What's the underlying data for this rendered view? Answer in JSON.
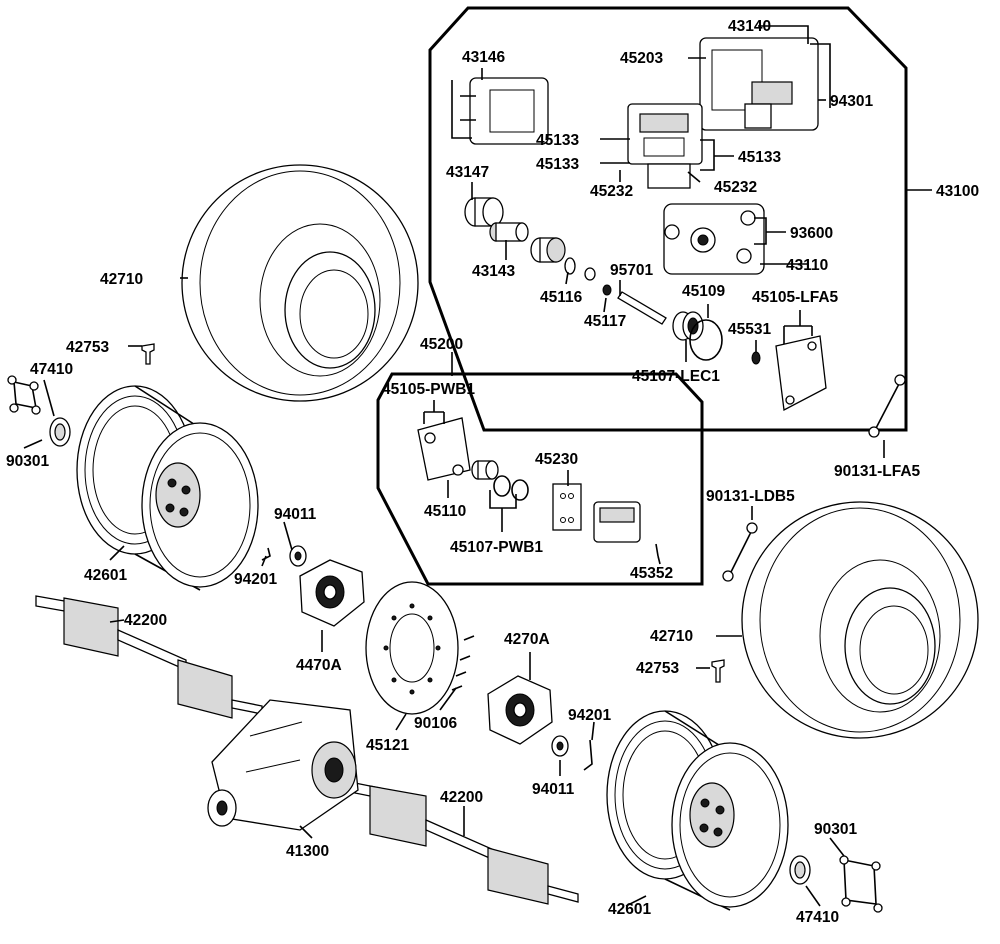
{
  "diagram": {
    "labels": {
      "l43140": "43140",
      "l45203": "45203",
      "l43146": "43146",
      "l94301": "94301",
      "l45133a": "45133",
      "l45133b": "45133",
      "l45133c": "45133",
      "l45232a": "45232",
      "l45232b": "45232",
      "l43147": "43147",
      "l43100": "43100",
      "l93600": "93600",
      "l43143": "43143",
      "l43110": "43110",
      "l95701": "95701",
      "l45116": "45116",
      "l45109": "45109",
      "l45105lfa5": "45105-LFA5",
      "l45117": "45117",
      "l45531": "45531",
      "l45107lec1": "45107-LEC1",
      "l42710a": "42710",
      "l45200": "45200",
      "l42753a": "42753",
      "l45105pwb1": "45105-PWB1",
      "l47410a": "47410",
      "l90301a": "90301",
      "l45230": "45230",
      "l90131lfa5": "90131-LFA5",
      "l45110": "45110",
      "l45107pwb1": "45107-PWB1",
      "l90131ldb5": "90131-LDB5",
      "l94011a": "94011",
      "l94201a": "94201",
      "l45352": "45352",
      "l42601a": "42601",
      "l42200a": "42200",
      "l4470a": "4470A",
      "l42710b": "42710",
      "l4270a": "4270A",
      "l42753b": "42753",
      "l90106": "90106",
      "l45121": "45121",
      "l94201b": "94201",
      "l94011b": "94011",
      "l42200b": "42200",
      "l41300": "41300",
      "l90301b": "90301",
      "l42601b": "42601",
      "l47410b": "47410"
    }
  }
}
